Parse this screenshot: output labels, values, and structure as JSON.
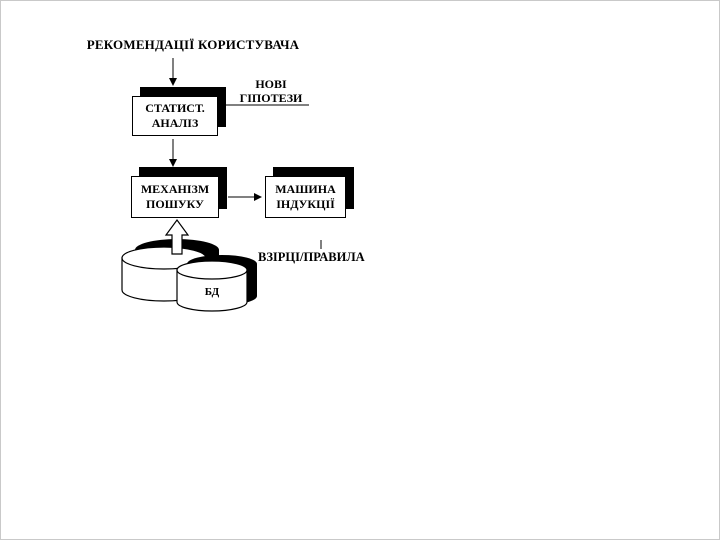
{
  "diagram": {
    "title": "РЕКОМЕНДАЦІЇ КОРИСТУВАЧА",
    "nodes": {
      "stat": {
        "line1": "СТАТИСТ.",
        "line2": "АНАЛІЗ"
      },
      "search": {
        "line1": "МЕХАНІЗМ",
        "line2": "ПОШУКУ"
      },
      "induction": {
        "line1": "МАШИНА",
        "line2": "ІНДУКЦІЇ"
      }
    },
    "labels": {
      "hypotheses_line1": "НОВІ",
      "hypotheses_line2": "ГІПОТЕЗИ",
      "rules": "ВЗІРЦІ/ПРАВИЛА",
      "database": "БД"
    },
    "colors": {
      "ink": "#000000",
      "shadow": "#000000",
      "box_fill": "#ffffff",
      "background": "#ffffff"
    }
  }
}
